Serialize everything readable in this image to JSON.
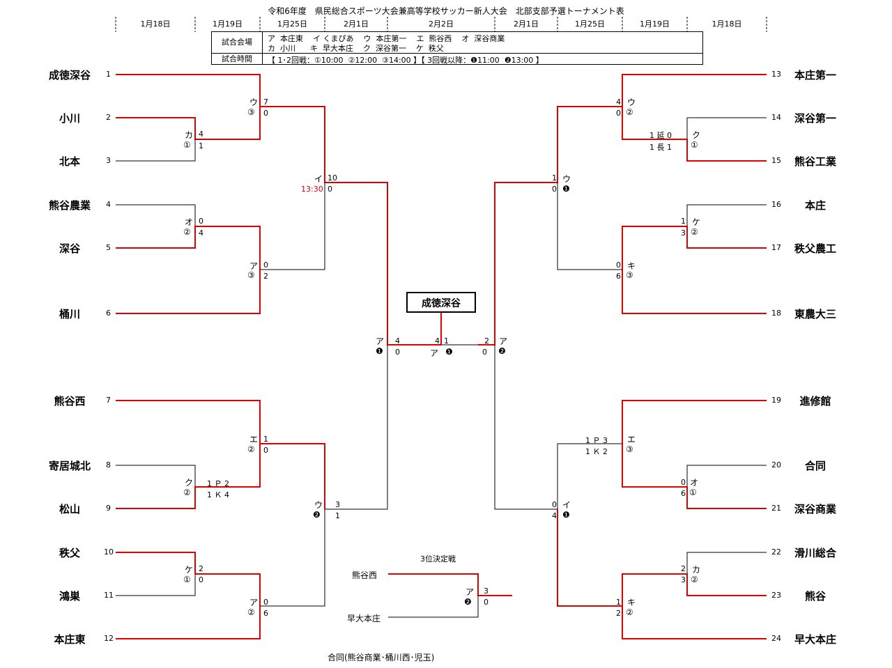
{
  "title": "令和6年度　県民総合スポーツ大会兼高等学校サッカー新人大会　北部支部予選トーナメント表",
  "round_dates": [
    "1月18日",
    "1月19日",
    "1月25日",
    "2月1日",
    "2月2日",
    "2月1日",
    "1月25日",
    "1月19日",
    "1月18日"
  ],
  "venue_table": {
    "venue_label": "試合会場",
    "venue_line1": "ア  本庄東    イ くまぴあ    ウ  本庄第一    エ  熊谷西    オ  深谷商業",
    "venue_line2": "カ  小川      キ  早大本庄    ク  深谷第一    ケ  秩父",
    "time_label": "試合時間",
    "time_line": "【 1･2回戦：①10:00  ②12:00  ③14:00 】【 3回戦以降：❶11:00  ❷13:00 】"
  },
  "left_teams": [
    {
      "seed": "1",
      "name": "成徳深谷"
    },
    {
      "seed": "2",
      "name": "小川"
    },
    {
      "seed": "3",
      "name": "北本"
    },
    {
      "seed": "4",
      "name": "熊谷農業"
    },
    {
      "seed": "5",
      "name": "深谷"
    },
    {
      "seed": "6",
      "name": "桶川"
    },
    {
      "seed": "7",
      "name": "熊谷西"
    },
    {
      "seed": "8",
      "name": "寄居城北"
    },
    {
      "seed": "9",
      "name": "松山"
    },
    {
      "seed": "10",
      "name": "秩父"
    },
    {
      "seed": "11",
      "name": "鴻巣"
    },
    {
      "seed": "12",
      "name": "本庄東"
    }
  ],
  "right_teams": [
    {
      "seed": "13",
      "name": "本庄第一"
    },
    {
      "seed": "14",
      "name": "深谷第一"
    },
    {
      "seed": "15",
      "name": "熊谷工業"
    },
    {
      "seed": "16",
      "name": "本庄"
    },
    {
      "seed": "17",
      "name": "秩父農工"
    },
    {
      "seed": "18",
      "name": "東農大三"
    },
    {
      "seed": "19",
      "name": "進修館"
    },
    {
      "seed": "20",
      "name": "合同"
    },
    {
      "seed": "21",
      "name": "深谷商業"
    },
    {
      "seed": "22",
      "name": "滑川総合"
    },
    {
      "seed": "23",
      "name": "熊谷"
    },
    {
      "seed": "24",
      "name": "早大本庄"
    }
  ],
  "champion": "成徳深谷",
  "time_note": "13:30",
  "third_place": {
    "title": "3位決定戦",
    "team_a": "熊谷西",
    "team_b": "早大本庄",
    "venue": "ア",
    "slot": "❷",
    "score_a": "3",
    "score_b": "0"
  },
  "footnote": "合同(熊谷商業･桶川西･児玉)",
  "matches": {
    "l_r1_a": {
      "venue": "カ",
      "slot": "①",
      "s1": "4",
      "s2": "1"
    },
    "l_r1_b": {
      "venue": "オ",
      "slot": "②",
      "s1": "0",
      "s2": "4"
    },
    "l_r1_c": {
      "venue": "ク",
      "slot": "②",
      "s1": "1 Ｐ 2",
      "s2": "1 Ｋ 4"
    },
    "l_r1_d": {
      "venue": "ケ",
      "slot": "①",
      "s1": "2",
      "s2": "0"
    },
    "l_r2_a": {
      "venue": "ウ",
      "slot": "③",
      "s1": "7",
      "s2": "0"
    },
    "l_r2_b": {
      "venue": "ア",
      "slot": "③",
      "s1": "0",
      "s2": "2"
    },
    "l_r2_c": {
      "venue": "エ",
      "slot": "②",
      "s1": "1",
      "s2": "0"
    },
    "l_r2_d": {
      "venue": "ア",
      "slot": "②",
      "s1": "0",
      "s2": "6"
    },
    "l_qf_a": {
      "venue": "イ",
      "slot": "",
      "s1": "10",
      "s2": "0"
    },
    "l_qf_b": {
      "venue": "ウ",
      "slot": "❷",
      "s1": "3",
      "s2": "1"
    },
    "l_sf": {
      "venue": "ア",
      "slot": "❶",
      "s1": "4",
      "s2": "0"
    },
    "final": {
      "venue": "ア",
      "slot": "❶",
      "s1": "4",
      "s2": "1"
    },
    "r_sf": {
      "venue": "ア",
      "slot": "❷",
      "s1": "2",
      "s2": "0"
    },
    "r_qf_a": {
      "venue": "ウ",
      "slot": "❶",
      "s1": "1",
      "s2": "0"
    },
    "r_qf_b": {
      "venue": "イ",
      "slot": "❶",
      "s1": "0",
      "s2": "4"
    },
    "r_r2_a": {
      "venue": "ウ",
      "slot": "②",
      "s1": "4",
      "s2": "0"
    },
    "r_r2_b": {
      "venue": "キ",
      "slot": "③",
      "s1": "0",
      "s2": "6"
    },
    "r_r2_c": {
      "venue": "エ",
      "slot": "③",
      "s1": "1 Ｐ 3",
      "s2": "1 Ｋ 2"
    },
    "r_r2_d": {
      "venue": "キ",
      "slot": "②",
      "s1": "1",
      "s2": "2"
    },
    "r_r1_a": {
      "venue": "ク",
      "slot": "①",
      "s1": "1 延 0",
      "s2": "1 長 1"
    },
    "r_r1_b": {
      "venue": "ケ",
      "slot": "②",
      "s1": "1",
      "s2": "3"
    },
    "r_r1_c": {
      "venue": "オ",
      "slot": "①",
      "s1": "0",
      "s2": "6"
    },
    "r_r1_d": {
      "venue": "カ",
      "slot": "②",
      "s1": "2",
      "s2": "3"
    }
  },
  "colors": {
    "winner_line": "#e00000",
    "loser_line": "#000000"
  }
}
